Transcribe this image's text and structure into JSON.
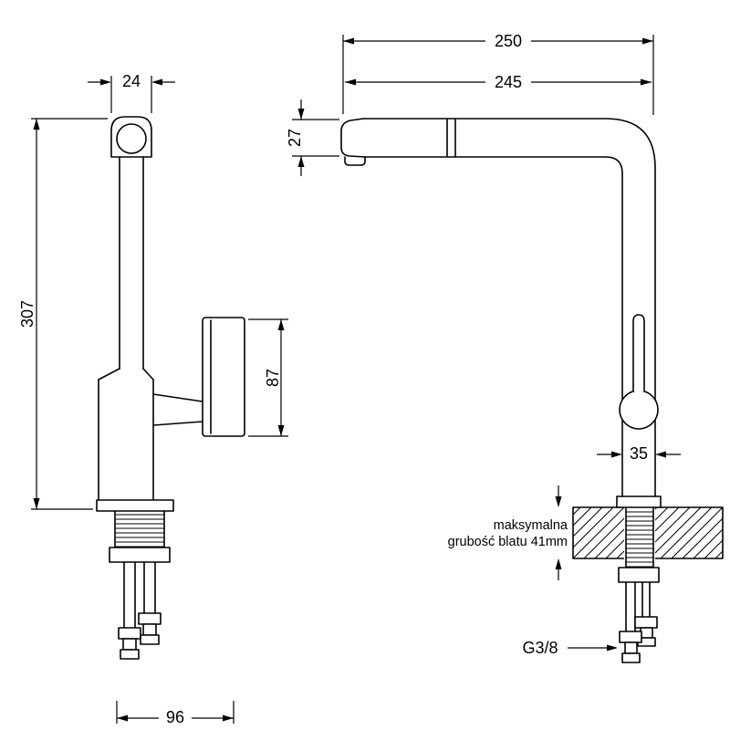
{
  "drawing": {
    "type": "kitchen-faucet-technical-drawing",
    "colors": {
      "line": "#000000",
      "background": "#ffffff"
    }
  },
  "left_view": {
    "dims": {
      "spout_width": "24",
      "total_height": "307",
      "body_height": "87",
      "base_span": "96"
    }
  },
  "right_view": {
    "dims": {
      "overall_reach": "250",
      "spout_reach": "245",
      "spout_height": "27",
      "pipe_diameter": "35"
    },
    "countertop_note": {
      "line1": "maksymalna",
      "line2": "grubość blatu 41mm"
    },
    "thread_label": "G3/8"
  }
}
